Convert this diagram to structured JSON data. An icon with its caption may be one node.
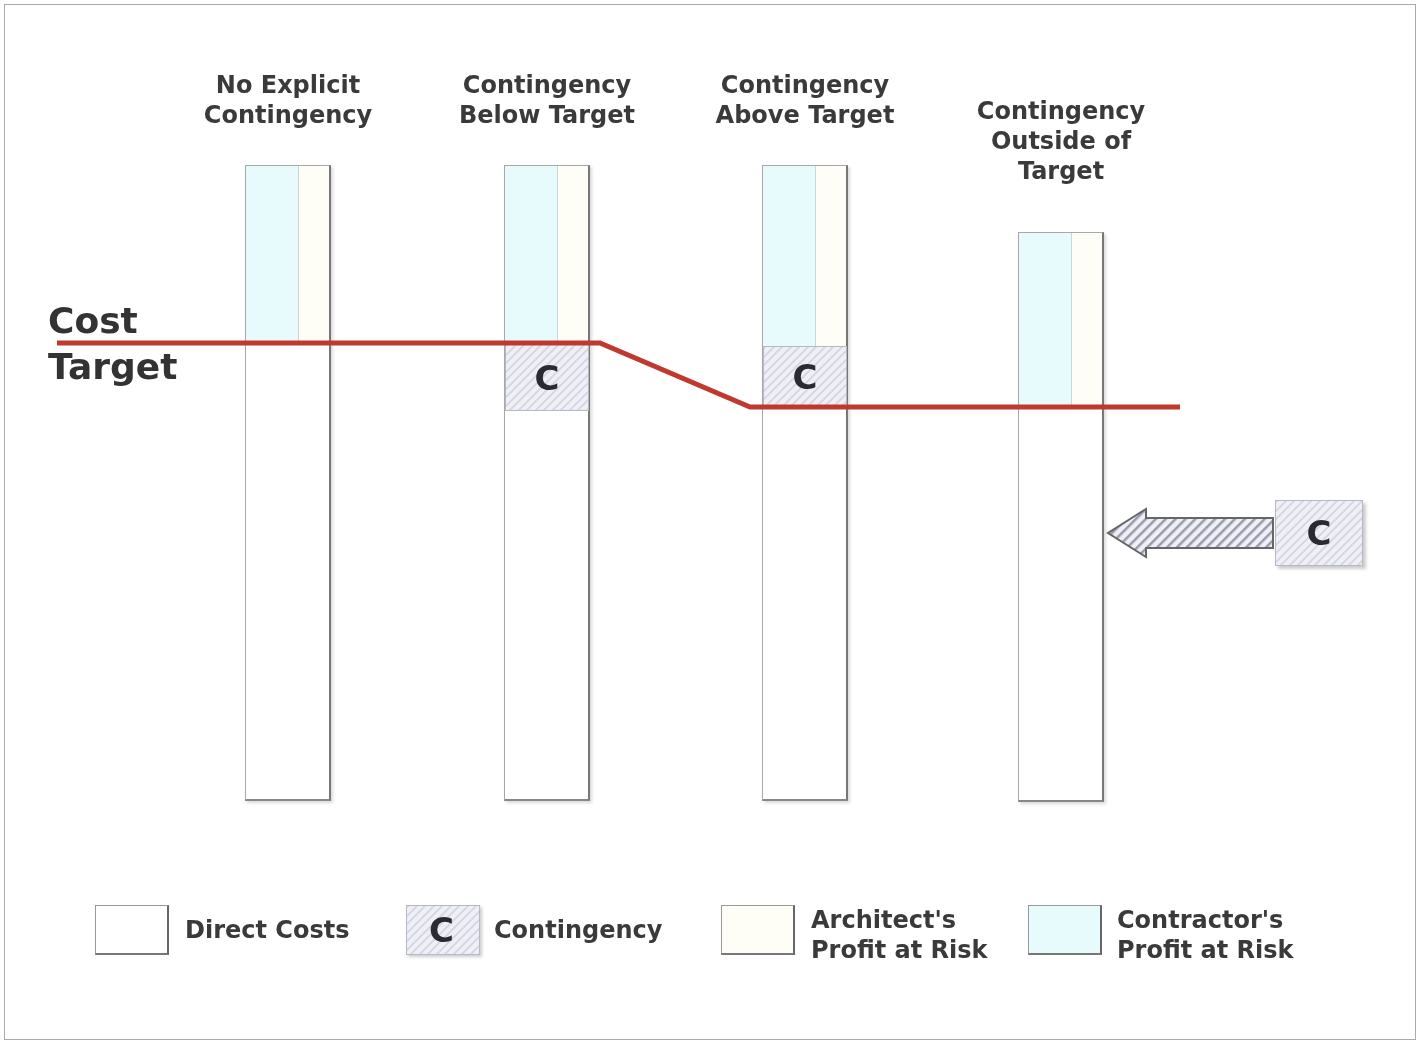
{
  "diagram": {
    "nodes": [
      {
        "text": [],
        "shape": "bar",
        "beside": [
          "No Explicit Contingency"
        ]
      },
      {
        "text": [],
        "shape": "bar",
        "beside": [
          "Contingency Below Target"
        ]
      },
      {
        "text": [
          "C"
        ],
        "in": 1
      },
      {
        "text": [],
        "shape": "bar",
        "beside": [
          "Contingency Above Target"
        ]
      },
      {
        "text": [
          "C"
        ],
        "in": 3
      },
      {
        "text": [],
        "shape": "bar",
        "beside": [
          "Contingency Outside of Target"
        ]
      },
      {
        "text": [
          "C"
        ]
      }
    ],
    "edges": [
      {
        "from": 6,
        "to": 5,
        "arrow": "to"
      }
    ],
    "labels": [
      "Cost Target",
      "C"
    ],
    "legend": [
      {
        "text": "Direct Costs",
        "color": "#ffffff"
      },
      {
        "text": "Contingency"
      },
      {
        "text": "Architect's Profit at Risk",
        "color": "#fefef6"
      },
      {
        "text": "Contractor's Profit at Risk",
        "color": "#e8fbfc"
      }
    ]
  }
}
